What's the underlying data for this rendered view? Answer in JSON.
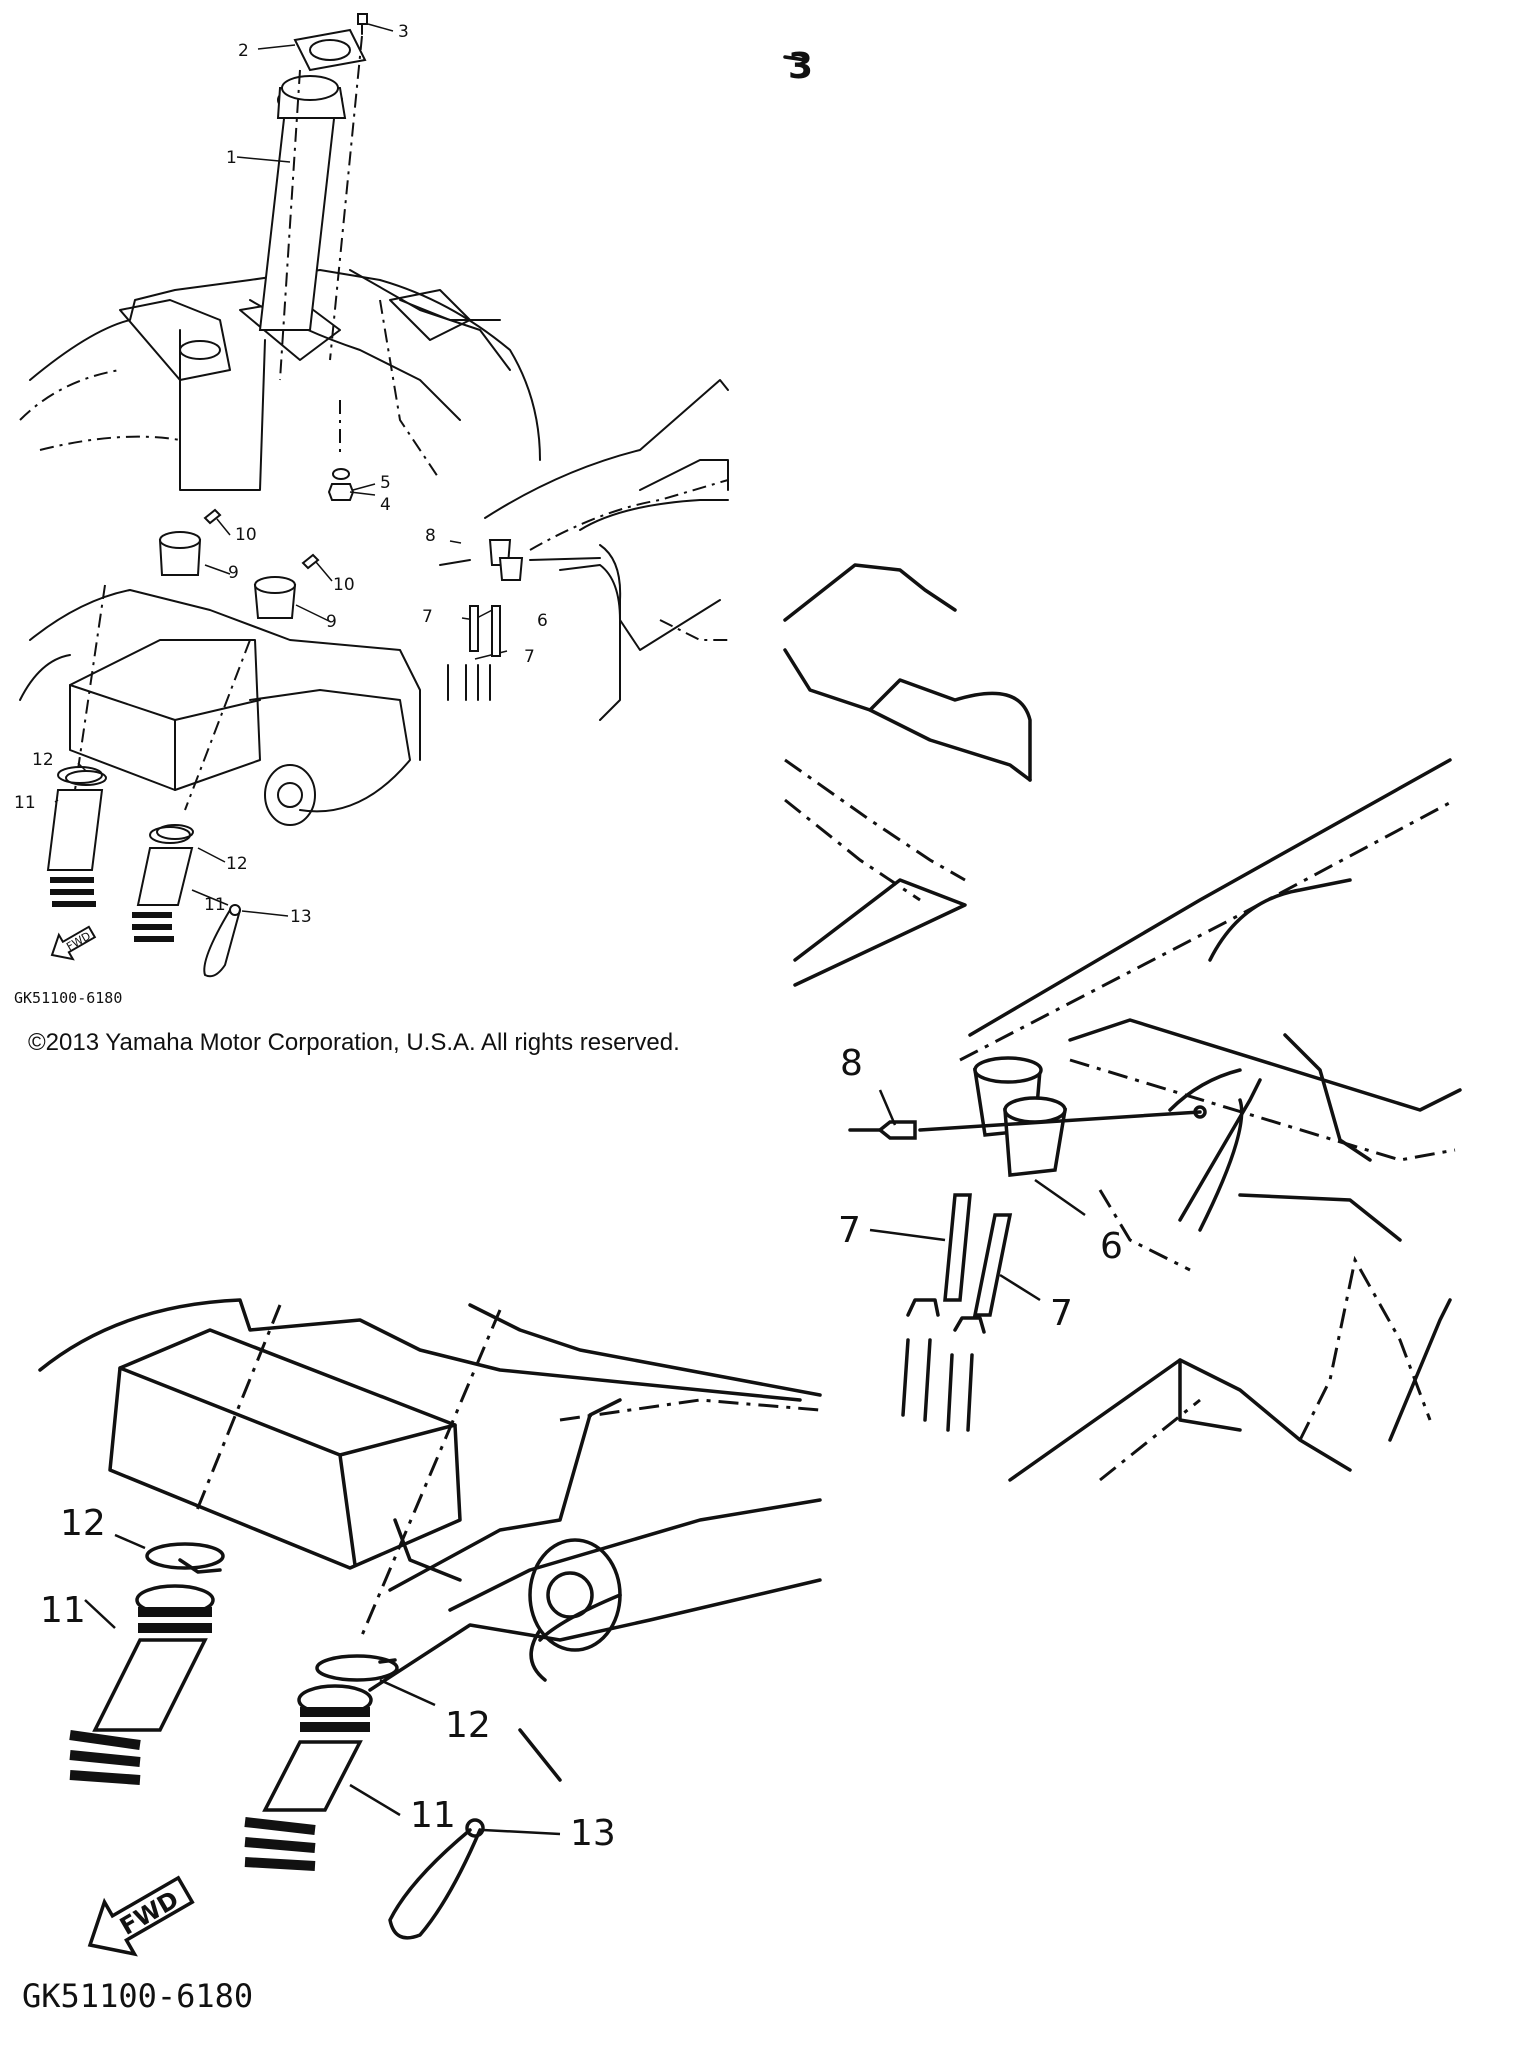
{
  "page_reference": "3",
  "diagram_code": "GK51100-6180",
  "copyright": "©2013 Yamaha Motor Corporation, U.S.A. All rights reserved.",
  "fwd_arrow_label": "FWD",
  "callouts": {
    "overview": [
      "1",
      "2",
      "3",
      "4",
      "5",
      "6",
      "7",
      "7",
      "8",
      "9",
      "9",
      "10",
      "10",
      "11",
      "11",
      "12",
      "12",
      "13"
    ],
    "detail_right": [
      "6",
      "7",
      "7",
      "8"
    ],
    "detail_bottom": [
      "11",
      "11",
      "12",
      "12",
      "13"
    ]
  }
}
